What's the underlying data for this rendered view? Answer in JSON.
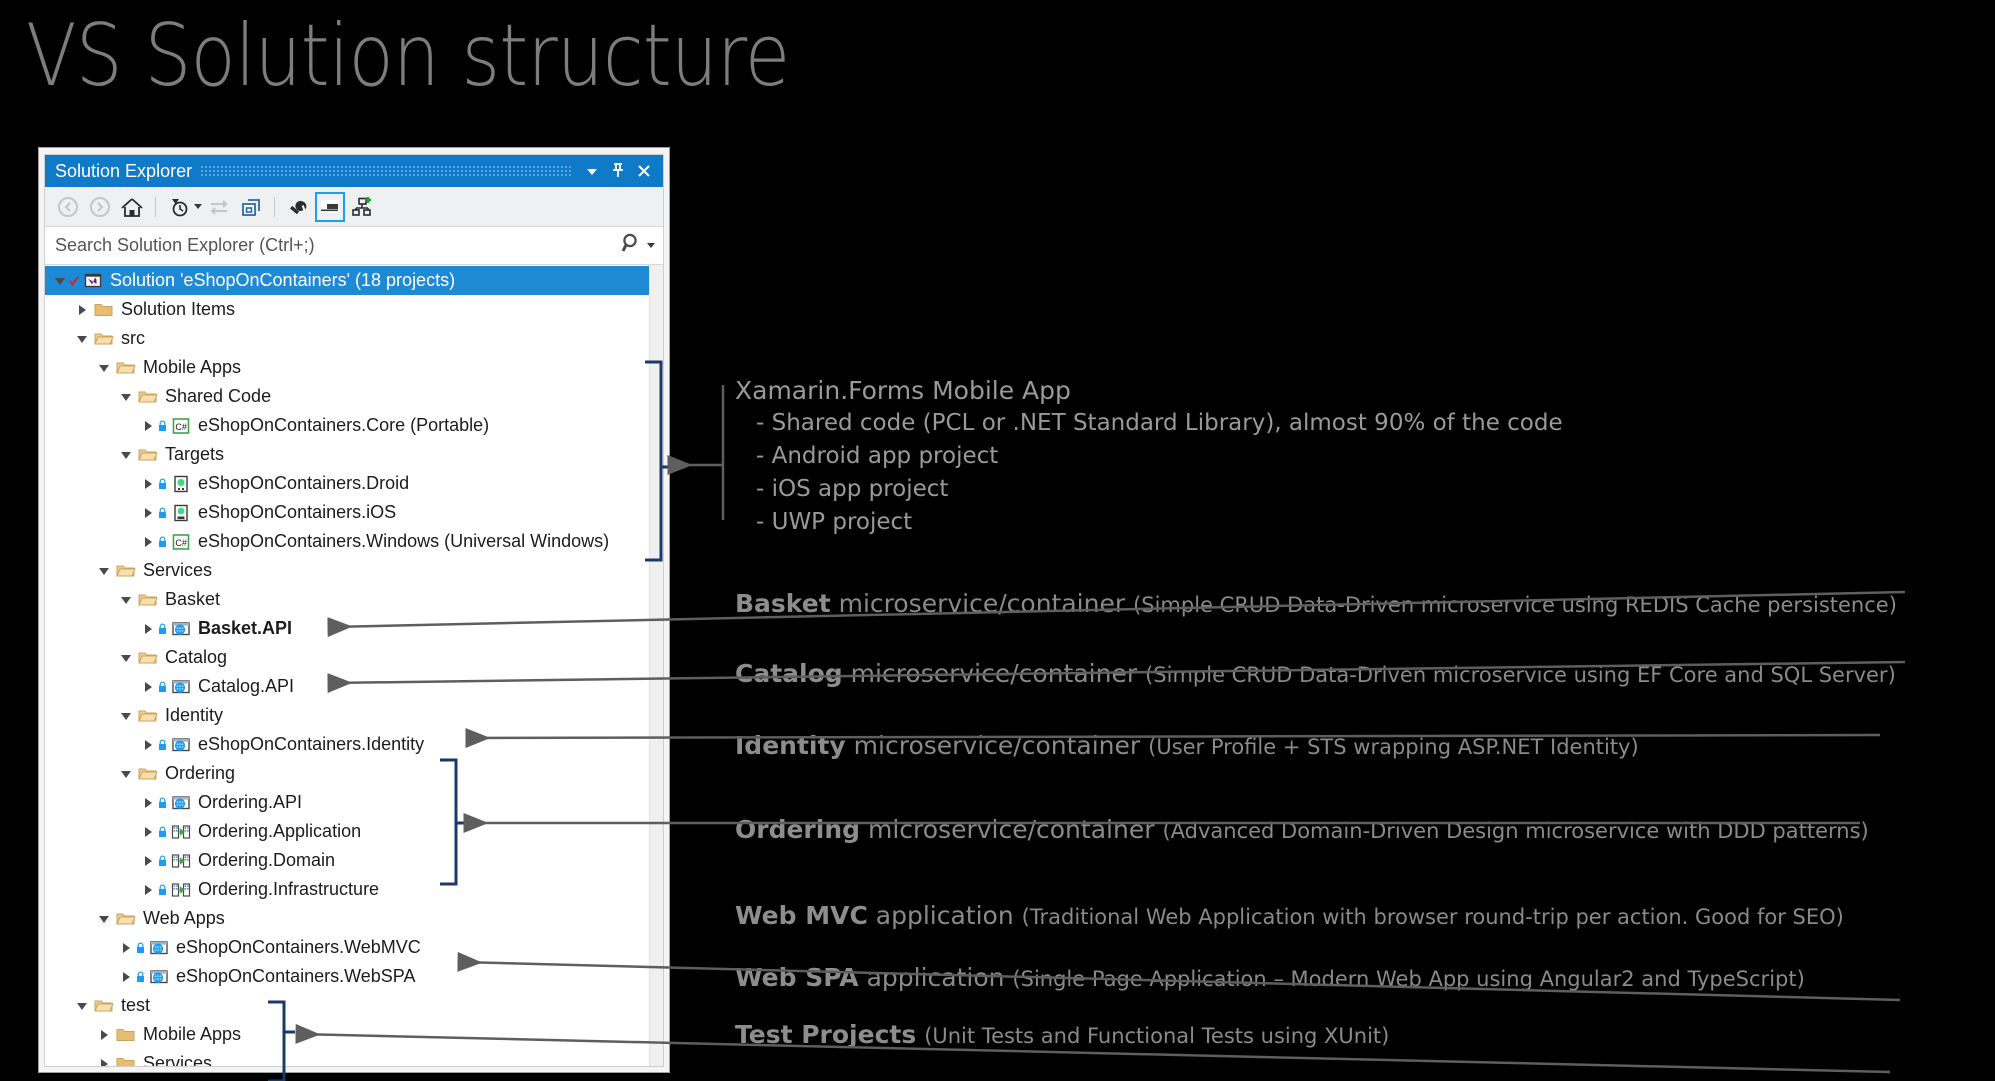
{
  "slide": {
    "title": "VS Solution structure"
  },
  "window": {
    "title": "Solution Explorer",
    "titlebar_buttons": [
      {
        "name": "dropdown",
        "glyph": "▾"
      },
      {
        "name": "pin",
        "glyph": "pin"
      },
      {
        "name": "close",
        "glyph": "✕"
      }
    ],
    "toolbar": [
      {
        "name": "back-icon",
        "enabled": false
      },
      {
        "name": "forward-icon",
        "enabled": false
      },
      {
        "name": "home-icon",
        "enabled": true
      },
      {
        "name": "pending-changes-filter-icon",
        "enabled": true
      },
      {
        "name": "sync-with-active-document-icon",
        "enabled": false
      },
      {
        "name": "collapse-all-icon",
        "enabled": true
      },
      {
        "name": "properties-icon",
        "enabled": true
      },
      {
        "name": "show-all-files-icon",
        "enabled": true,
        "selected": true
      },
      {
        "name": "view-class-diagram-icon",
        "enabled": true
      }
    ],
    "search": {
      "placeholder": "Search Solution Explorer (Ctrl+;)",
      "value": ""
    }
  },
  "tree": [
    {
      "label": "Solution 'eShopOnContainers' (18 projects)",
      "indent": 0,
      "state": "open",
      "icon": "vs-solution",
      "selected": true,
      "checked": true
    },
    {
      "label": "Solution Items",
      "indent": 1,
      "state": "closed",
      "icon": "folder-plain"
    },
    {
      "label": "src",
      "indent": 1,
      "state": "open",
      "icon": "folder-open"
    },
    {
      "label": "Mobile Apps",
      "indent": 2,
      "state": "open",
      "icon": "folder-open"
    },
    {
      "label": "Shared Code",
      "indent": 3,
      "state": "open",
      "icon": "folder-open"
    },
    {
      "label": "eShopOnContainers.Core (Portable)",
      "indent": 4,
      "state": "closed",
      "icon": "csharp-project",
      "lock": true
    },
    {
      "label": "Targets",
      "indent": 3,
      "state": "open",
      "icon": "folder-open"
    },
    {
      "label": "eShopOnContainers.Droid",
      "indent": 4,
      "state": "closed",
      "icon": "android-project",
      "lock": true
    },
    {
      "label": "eShopOnContainers.iOS",
      "indent": 4,
      "state": "closed",
      "icon": "ios-project",
      "lock": true
    },
    {
      "label": "eShopOnContainers.Windows (Universal Windows)",
      "indent": 4,
      "state": "closed",
      "icon": "csharp-project",
      "lock": true
    },
    {
      "label": "Services",
      "indent": 2,
      "state": "open",
      "icon": "folder-open"
    },
    {
      "label": "Basket",
      "indent": 3,
      "state": "open",
      "icon": "folder-open"
    },
    {
      "label": "Basket.API",
      "indent": 4,
      "state": "closed",
      "icon": "web-project",
      "lock": true,
      "bold": true
    },
    {
      "label": "Catalog",
      "indent": 3,
      "state": "open",
      "icon": "folder-open"
    },
    {
      "label": "Catalog.API",
      "indent": 4,
      "state": "closed",
      "icon": "web-project",
      "lock": true
    },
    {
      "label": "Identity",
      "indent": 3,
      "state": "open",
      "icon": "folder-open"
    },
    {
      "label": "eShopOnContainers.Identity",
      "indent": 4,
      "state": "closed",
      "icon": "web-project",
      "lock": true
    },
    {
      "label": "Ordering",
      "indent": 3,
      "state": "open",
      "icon": "folder-open"
    },
    {
      "label": "Ordering.API",
      "indent": 4,
      "state": "closed",
      "icon": "web-project",
      "lock": true
    },
    {
      "label": "Ordering.Application",
      "indent": 4,
      "state": "closed",
      "icon": "library-project",
      "lock": true
    },
    {
      "label": "Ordering.Domain",
      "indent": 4,
      "state": "closed",
      "icon": "library-project",
      "lock": true
    },
    {
      "label": "Ordering.Infrastructure",
      "indent": 4,
      "state": "closed",
      "icon": "library-project",
      "lock": true
    },
    {
      "label": "Web Apps",
      "indent": 2,
      "state": "open",
      "icon": "folder-open"
    },
    {
      "label": "eShopOnContainers.WebMVC",
      "indent": 3,
      "state": "closed",
      "icon": "web-project",
      "lock": true
    },
    {
      "label": "eShopOnContainers.WebSPA",
      "indent": 3,
      "state": "closed",
      "icon": "web-project",
      "lock": true
    },
    {
      "label": "test",
      "indent": 1,
      "state": "open",
      "icon": "folder-open"
    },
    {
      "label": "Mobile Apps",
      "indent": 2,
      "state": "closed",
      "icon": "folder-plain"
    },
    {
      "label": "Services",
      "indent": 2,
      "state": "closed",
      "icon": "folder-plain"
    }
  ],
  "annotations": {
    "xamarin": {
      "heading": "Xamarin.Forms Mobile App",
      "bullets": [
        "- Shared code (PCL or .NET Standard Library), almost 90% of the code",
        "- Android app project",
        "- iOS app project",
        "- UWP project"
      ]
    },
    "lines": [
      {
        "bold": "Basket",
        "mid": " microservice/container ",
        "paren": "(Simple CRUD Data-Driven microservice using REDIS Cache persistence)"
      },
      {
        "bold": "Catalog",
        "mid": " microservice/container ",
        "paren": "(Simple CRUD Data-Driven microservice using EF Core and SQL Server)"
      },
      {
        "bold": "Identity",
        "mid": " microservice/container ",
        "paren": "(User Profile + STS wrapping ASP.NET Identity)"
      },
      {
        "bold": "Ordering",
        "mid": " microservice/container ",
        "paren": "(Advanced Domain-Driven Design microservice with DDD patterns)"
      },
      {
        "bold": "Web MVC",
        "mid": " application ",
        "paren": "(Traditional Web Application with browser round-trip per action. Good for SEO)"
      },
      {
        "bold": "Web SPA",
        "mid": " application ",
        "paren": "(Single Page Application – Modern Web App using Angular2 and TypeScript)"
      },
      {
        "bold": "Test Projects",
        "mid": " ",
        "paren": "(Unit Tests and Functional Tests using XUnit)"
      }
    ]
  },
  "colors": {
    "background": "#000000",
    "title_grey": "#7d7d7d",
    "vs_blue": "#0f7ac7",
    "selection_blue": "#1e8ad6",
    "bracket_navy": "#1b3a6b",
    "arrow_grey": "#606060",
    "annotation_grey": "#9a9a9a"
  }
}
